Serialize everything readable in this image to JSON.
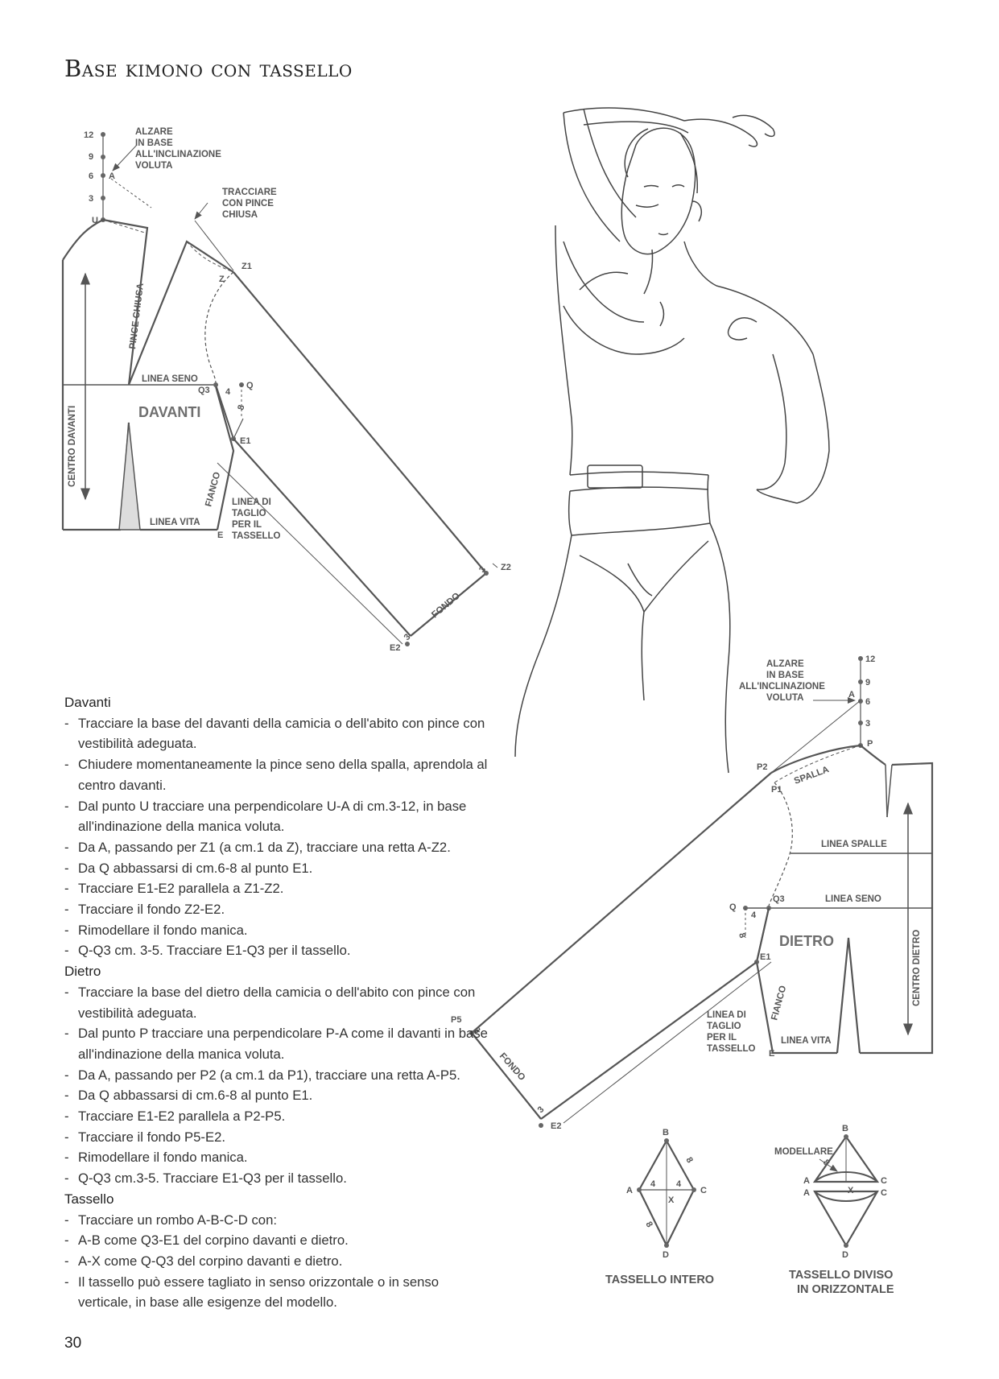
{
  "page": {
    "title": "Base kimono con tassello",
    "page_number": "30"
  },
  "front_diagram": {
    "scale_marks": [
      "12",
      "9",
      "6",
      "A",
      "3",
      "U"
    ],
    "note_raise": [
      "ALZARE",
      "IN BASE",
      "ALL'INCLINAZIONE",
      "VOLUTA"
    ],
    "note_dart": [
      "TRACCIARE",
      "CON PINCE",
      "CHIUSA"
    ],
    "point_z1": "Z1",
    "point_z": "Z",
    "pince_chiusa": "PINCE CHIUSA",
    "linea_seno": "LINEA SENO",
    "point_q3": "Q3",
    "num_4": "4",
    "point_q": "Q",
    "num_8": "8",
    "davanti": "DAVANTI",
    "centro_davanti": "CENTRO DAVANTI",
    "point_e1": "E1",
    "fianco": "FIANCO",
    "cut_line": [
      "LINEA DI",
      "TAGLIO",
      "PER IL",
      "TASSELLO"
    ],
    "linea_vita": "LINEA VITA",
    "point_e": "E",
    "num_3a": "3",
    "point_z2": "Z2",
    "fondo": "FONDO",
    "num_3b": "3",
    "point_e2": "E2"
  },
  "back_diagram": {
    "scale_marks": [
      "12",
      "9",
      "A",
      "6",
      "3",
      "P"
    ],
    "note_raise": [
      "ALZARE",
      "IN BASE",
      "ALL'INCLINAZIONE",
      "VOLUTA"
    ],
    "point_p2": "P2",
    "point_p1": "P1",
    "spalla": "SPALLA",
    "linea_spalle": "LINEA SPALLE",
    "point_q": "Q",
    "num_4": "4",
    "point_q3": "Q3",
    "linea_seno": "LINEA SENO",
    "num_8": "8",
    "dietro": "DIETRO",
    "centro_dietro": "CENTRO DIETRO",
    "point_e1": "E1",
    "fianco": "FIANCO",
    "cut_line": [
      "LINEA DI",
      "TAGLIO",
      "PER IL",
      "TASSELLO"
    ],
    "point_e": "E",
    "linea_vita": "LINEA VITA",
    "point_p5": "P5",
    "num_3a": "3",
    "fondo": "FONDO",
    "num_3b": "3",
    "point_e2": "E2"
  },
  "gusset_whole": {
    "b": "B",
    "a": "A",
    "c": "C",
    "d": "D",
    "x": "X",
    "n4a": "4",
    "n4b": "4",
    "n8a": "8",
    "n8b": "8",
    "caption": "TASSELLO INTERO"
  },
  "gusset_split": {
    "b": "B",
    "modellare": "MODELLARE",
    "n8": "8",
    "a1": "A",
    "a2": "A",
    "c1": "C",
    "c2": "C",
    "x": "X",
    "d": "D",
    "caption": [
      "TASSELLO DIVISO",
      "IN ORIZZONTALE"
    ]
  },
  "instructions": {
    "front": {
      "heading": "Davanti",
      "items": [
        "Tracciare la base del davanti della camicia o dell'abito con pince con vestibilità adeguata.",
        "Chiudere momentaneamente la pince seno della spalla, aprendola al centro davanti.",
        "Dal punto U tracciare una perpendicolare U-A di cm.3-12, in base all'indinazione della manica voluta.",
        "Da A, passando per Z1 (a cm.1 da Z), tracciare una retta A-Z2.",
        "Da Q abbassarsi di cm.6-8 al punto E1.",
        "Tracciare E1-E2 parallela a Z1-Z2.",
        "Tracciare il fondo Z2-E2.",
        "Rimodellare il fondo manica.",
        "Q-Q3 cm. 3-5. Tracciare E1-Q3 per il tassello."
      ]
    },
    "back": {
      "heading": "Dietro",
      "items": [
        "Tracciare la base del dietro della camicia o dell'abito con pince con vestibilità adeguata.",
        "Dal punto P tracciare una perpendicolare P-A come il davanti in base all'indinazione della manica voluta.",
        "Da A, passando per P2 (a cm.1 da P1), tracciare una retta A-P5.",
        "Da Q abbassarsi di cm.6-8 al punto E1.",
        "Tracciare E1-E2 parallela a P2-P5.",
        "Tracciare il fondo P5-E2.",
        "Rimodellare il fondo manica.",
        "Q-Q3 cm.3-5. Tracciare E1-Q3 per il tassello."
      ]
    },
    "gusset": {
      "heading": "Tassello",
      "items": [
        "Tracciare un rombo A-B-C-D con:",
        "A-B come Q3-E1 del corpino davanti e dietro.",
        "A-X come Q-Q3 del corpino davanti e dietro.",
        "Il tassello può essere tagliato in senso orizzontale o in senso verticale, in base alle esigenze del modello."
      ]
    }
  }
}
